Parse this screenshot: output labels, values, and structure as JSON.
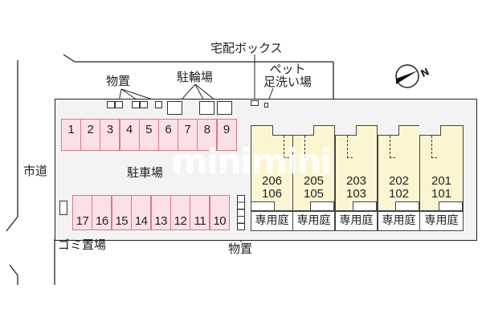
{
  "labels": {
    "delivery_box": "宅配ボックス",
    "pet_wash_line1": "ペット",
    "pet_wash_line2": "足洗い場",
    "storage_top": "物置",
    "bicycle_parking": "駐輪場",
    "city_road": "市道",
    "parking_lot": "駐車場",
    "garbage_area": "ゴミ置場",
    "storage_bottom": "物置",
    "watermark": "minimini"
  },
  "parking_top": [
    "1",
    "2",
    "3",
    "4",
    "5",
    "6",
    "7",
    "8",
    "9"
  ],
  "parking_bottom": [
    "17",
    "16",
    "15",
    "14",
    "13",
    "12",
    "11",
    "10"
  ],
  "units": [
    {
      "upper": "206",
      "lower": "106",
      "garden": "専用庭"
    },
    {
      "upper": "205",
      "lower": "105",
      "garden": "専用庭"
    },
    {
      "upper": "203",
      "lower": "103",
      "garden": "専用庭"
    },
    {
      "upper": "202",
      "lower": "102",
      "garden": "専用庭"
    },
    {
      "upper": "201",
      "lower": "101",
      "garden": "専用庭"
    }
  ],
  "compass": {
    "label": "N",
    "icon": "north-arrow-icon"
  },
  "colors": {
    "parking_fill": "#fbe0e6",
    "parking_border": "#d77a88",
    "unit_fill": "#fbf5d2",
    "site_fill": "#f3f3f3"
  }
}
